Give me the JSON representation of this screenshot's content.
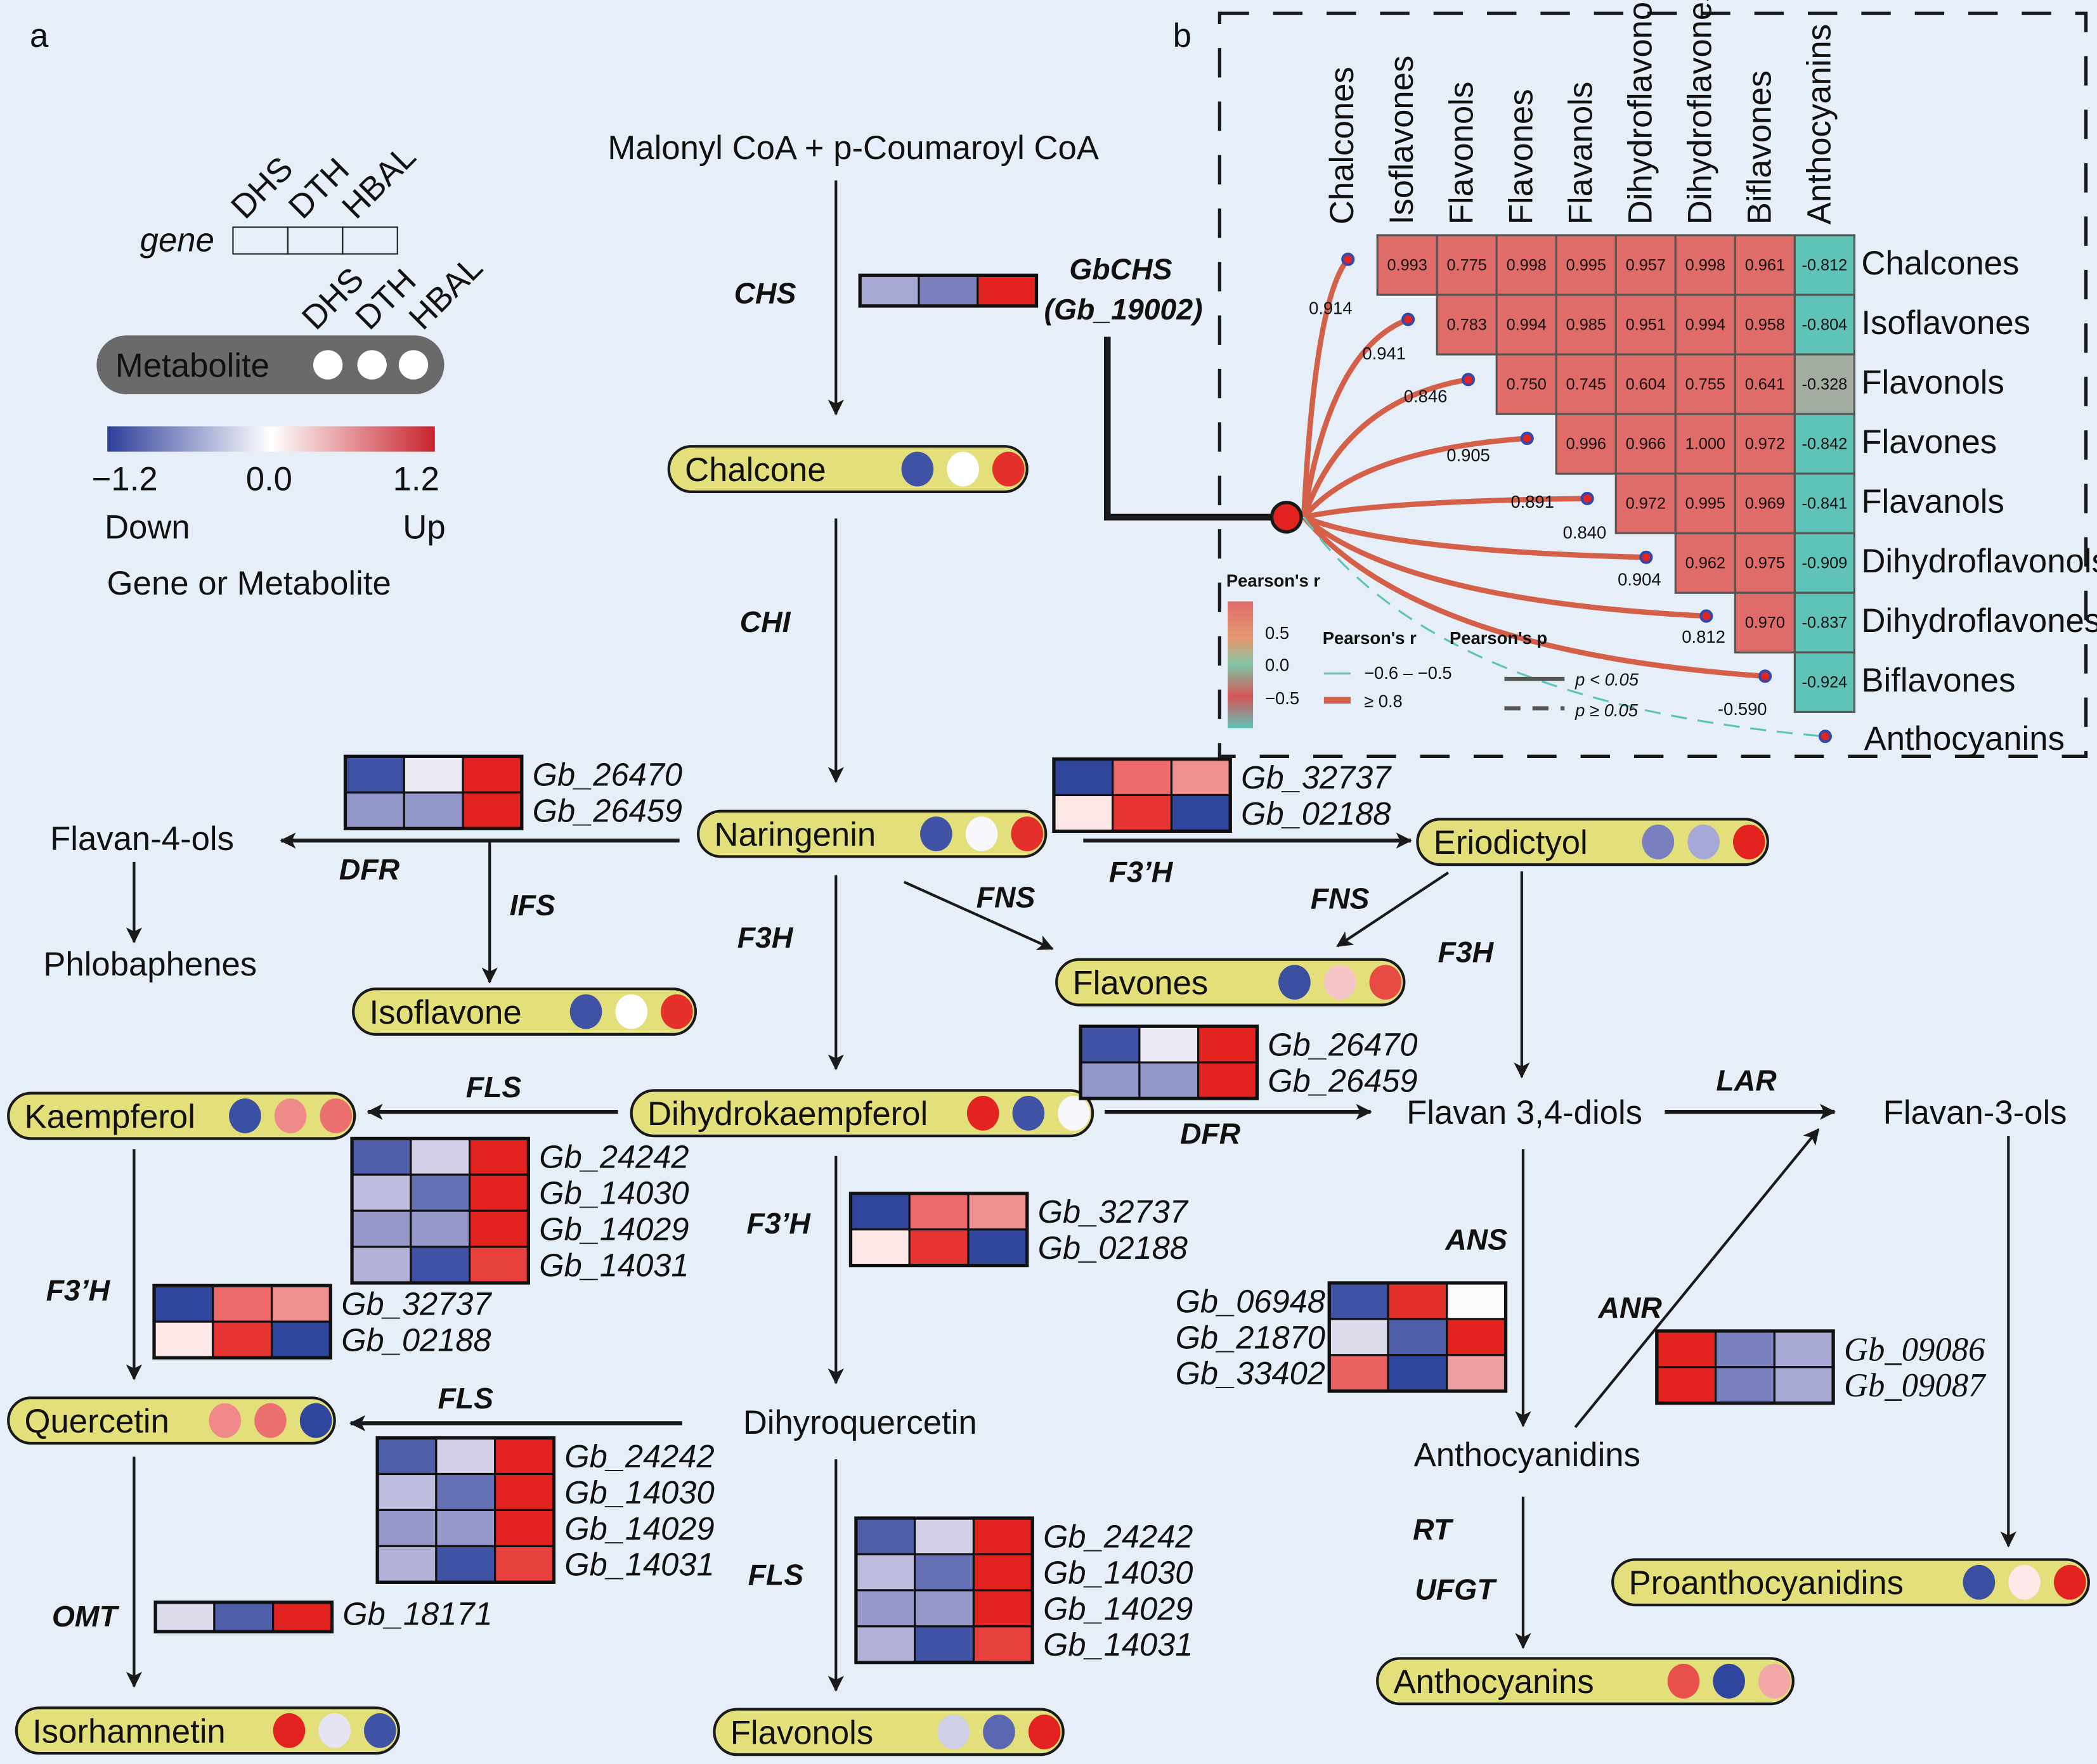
{
  "panel_labels": {
    "a": "a",
    "b": "b"
  },
  "legend": {
    "gene_label": "gene",
    "samples": [
      "DHS",
      "DTH",
      "HBAL"
    ],
    "metabolite_label": "Metabolite",
    "scale_min": "−1.2",
    "scale_mid": "0.0",
    "scale_max": "1.2",
    "down": "Down",
    "up": "Up",
    "caption": "Gene or Metabolite",
    "colors": {
      "low": "#2e3f99",
      "mid": "#ffffff",
      "high": "#c8232c"
    }
  },
  "start_compound": "Malonyl CoA + p-Coumaroyl CoA",
  "highlight_gene": {
    "line1": "GbCHS",
    "line2": "(Gb_19002)",
    "color": "#e3231f"
  },
  "metabolites": {
    "chalcone": {
      "label": "Chalcone",
      "dots": [
        "#3f52a4",
        "#ffffff",
        "#e3302a"
      ]
    },
    "naringenin": {
      "label": "Naringenin",
      "dots": [
        "#4052a3",
        "#f7f7fc",
        "#e3302a"
      ]
    },
    "eriodictyol": {
      "label": "Eriodictyol",
      "dots": [
        "#7a7fbf",
        "#a6a8d6",
        "#e3231f"
      ]
    },
    "flavones": {
      "label": "Flavones",
      "dots": [
        "#3a4fa0",
        "#f5c5c8",
        "#e84a44"
      ]
    },
    "isoflavone": {
      "label": "Isoflavone",
      "dots": [
        "#3f52a4",
        "#ffffff",
        "#e3302a"
      ]
    },
    "kaempferol": {
      "label": "Kaempferol",
      "dots": [
        "#3a4fa0",
        "#ef8a8a",
        "#ec6f6f"
      ]
    },
    "dihydrokaempferol": {
      "label": "Dihydrokaempferol",
      "dots": [
        "#e3231f",
        "#4052a3",
        "#f7f7fc"
      ]
    },
    "quercetin": {
      "label": "Quercetin",
      "dots": [
        "#f08a8a",
        "#ec6f6f",
        "#30469c"
      ]
    },
    "isorhamnetin": {
      "label": "Isorhamnetin",
      "dots": [
        "#e3231f",
        "#e4e4f2",
        "#4052a3"
      ]
    },
    "flavonols": {
      "label": "Flavonols",
      "dots": [
        "#cfd0e8",
        "#5a66b0",
        "#e3231f"
      ]
    },
    "proanthocyanidins": {
      "label": "Proanthocyanidins",
      "dots": [
        "#3a4fa0",
        "#fbe9ea",
        "#e3231f"
      ]
    },
    "anthocyanins": {
      "label": "Anthocyanins",
      "dots": [
        "#e8504c",
        "#30469c",
        "#f1a6a8"
      ]
    }
  },
  "compounds": {
    "flavan4ols": "Flavan-4-ols",
    "phlobaphenes": "Phlobaphenes",
    "flavan34diols": "Flavan 3,4-diols",
    "flavan3ols": "Flavan-3-ols",
    "dihyroquercetin": "Dihyroquercetin",
    "anthocyanidins": "Anthocyanidins"
  },
  "enzymes": {
    "chs": "CHS",
    "chi": "CHI",
    "dfr1": "DFR",
    "ifs": "IFS",
    "f3h1": "F3H",
    "fns1": "FNS",
    "f3ph1": "F3’H",
    "fns2": "FNS",
    "f3h2": "F3H",
    "fls1": "FLS",
    "dfr2": "DFR",
    "lar": "LAR",
    "f3ph2": "F3’H",
    "ans": "ANS",
    "f3ph3": "F3’H",
    "anr": "ANR",
    "fls2": "FLS",
    "fls3": "FLS",
    "omt": "OMT",
    "rt": "RT",
    "ufgt": "UFGT"
  },
  "heatmaps": {
    "chs": {
      "genes": [],
      "cells": [
        [
          "#a7a8d3",
          "#7a7fbd",
          "#e3231f"
        ]
      ]
    },
    "dfr1": {
      "genes": [
        "Gb_26470",
        "Gb_26459"
      ],
      "cells": [
        [
          "#3f52a4",
          "#ecebf5",
          "#e3231f"
        ],
        [
          "#9396c9",
          "#9396c9",
          "#e3231f"
        ]
      ]
    },
    "f3ph1": {
      "genes": [
        "Gb_32737",
        "Gb_02188"
      ],
      "cells": [
        [
          "#30469c",
          "#ec6a6a",
          "#ef8f8f"
        ],
        [
          "#fde6e6",
          "#e63432",
          "#30469c"
        ]
      ]
    },
    "dfr2": {
      "genes": [
        "Gb_26470",
        "Gb_26459"
      ],
      "cells": [
        [
          "#3f52a4",
          "#ecebf5",
          "#e3231f"
        ],
        [
          "#9396c9",
          "#9396c9",
          "#e3231f"
        ]
      ]
    },
    "fls1": {
      "genes": [
        "Gb_24242",
        "Gb_14030",
        "Gb_14029",
        "Gb_14031"
      ],
      "cells": [
        [
          "#4f5ea9",
          "#d2d1e8",
          "#e3231f"
        ],
        [
          "#bdbcdd",
          "#6571b4",
          "#e3231f"
        ],
        [
          "#9598c9",
          "#9598c9",
          "#e3231f"
        ],
        [
          "#b2b2d8",
          "#4052a3",
          "#e8403c"
        ]
      ]
    },
    "f3ph2": {
      "genes": [
        "Gb_32737",
        "Gb_02188"
      ],
      "cells": [
        [
          "#30469c",
          "#ec6a6a",
          "#ef8f8f"
        ],
        [
          "#fde6e6",
          "#e63432",
          "#30469c"
        ]
      ]
    },
    "f3ph3": {
      "genes": [
        "Gb_32737",
        "Gb_02188"
      ],
      "cells": [
        [
          "#30469c",
          "#ec6a6a",
          "#ef8f8f"
        ],
        [
          "#fde6e6",
          "#e63432",
          "#30469c"
        ]
      ]
    },
    "ans": {
      "genes": [
        "Gb_06948",
        "Gb_21870",
        "Gb_33402"
      ],
      "cells": [
        [
          "#3f52a4",
          "#e3302a",
          "#fbfbfe"
        ],
        [
          "#dcdbec",
          "#4f5ea9",
          "#e3231f"
        ],
        [
          "#e86060",
          "#30469c",
          "#f0a0a3"
        ]
      ]
    },
    "anr": {
      "genes": [
        "Gb_09086",
        "Gb_09087"
      ],
      "cells": [
        [
          "#e3231f",
          "#7a7fbd",
          "#a7a8d3"
        ],
        [
          "#e3231f",
          "#7a7fbd",
          "#a7a8d3"
        ]
      ]
    },
    "fls2": {
      "genes": [
        "Gb_24242",
        "Gb_14030",
        "Gb_14029",
        "Gb_14031"
      ],
      "cells": [
        [
          "#4f5ea9",
          "#d2d1e8",
          "#e3231f"
        ],
        [
          "#bdbcdd",
          "#6571b4",
          "#e3231f"
        ],
        [
          "#9598c9",
          "#9598c9",
          "#e3231f"
        ],
        [
          "#b2b2d8",
          "#4052a3",
          "#e8403c"
        ]
      ]
    },
    "omt": {
      "genes": [
        "Gb_18171"
      ],
      "cells": [
        [
          "#dcdbec",
          "#4f5ea9",
          "#e3231f"
        ]
      ]
    },
    "fls3": {
      "genes": [
        "Gb_24242",
        "Gb_14030",
        "Gb_14029",
        "Gb_14031"
      ],
      "cells": [
        [
          "#4f5ea9",
          "#d2d1e8",
          "#e3231f"
        ],
        [
          "#bdbcdd",
          "#6571b4",
          "#e3231f"
        ],
        [
          "#9598c9",
          "#9598c9",
          "#e3231f"
        ],
        [
          "#b2b2d8",
          "#4052a3",
          "#e8403c"
        ]
      ]
    }
  },
  "correlation": {
    "classes": [
      "Chalcones",
      "Isoflavones",
      "Flavonols",
      "Flavones",
      "Flavanols",
      "Dihydroflavonols",
      "Dihydroflavones",
      "Biflavones",
      "Anthocyanins"
    ],
    "matrix": [
      [
        "0.993",
        "0.775",
        "0.998",
        "0.995",
        "0.957",
        "0.998",
        "0.961",
        "-0.812"
      ],
      [
        "0.783",
        "0.994",
        "0.985",
        "0.951",
        "0.994",
        "0.958",
        "-0.804"
      ],
      [
        "0.750",
        "0.745",
        "0.604",
        "0.755",
        "0.641",
        "-0.328"
      ],
      [
        "0.996",
        "0.966",
        "1.000",
        "0.972",
        "-0.842"
      ],
      [
        "0.972",
        "0.995",
        "0.969",
        "-0.841"
      ],
      [
        "0.962",
        "0.975",
        "-0.909"
      ],
      [
        "0.970",
        "-0.837"
      ],
      [
        "-0.924"
      ]
    ],
    "gene_links": [
      "0.914",
      "0.941",
      "0.846",
      "0.905",
      "0.891",
      "0.840",
      "0.904",
      "0.812",
      "-0.590"
    ],
    "colors": {
      "positive": "#e06c6a",
      "negative": "#5fc3b8",
      "weak": "#a3aca0",
      "link_positive": "#d4604a",
      "link_negative": "#5fc3b8",
      "node": "#3349a8",
      "node_center": "#e3231f"
    },
    "legend": {
      "title": "Pearson's r",
      "ticks": [
        "0.5",
        "0.0",
        "−0.5"
      ],
      "r_title": "Pearson's r",
      "p_title": "Pearson's p",
      "r_neg": "−0.6 – −0.5",
      "r_pos": "≥ 0.8",
      "p_sig": "p < 0.05",
      "p_ns": "p ≥ 0.05"
    }
  }
}
